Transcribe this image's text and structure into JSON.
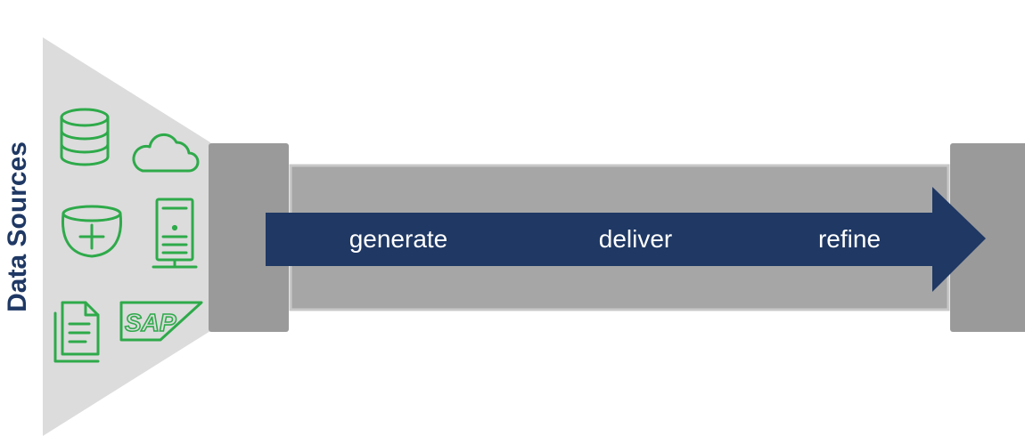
{
  "side_label": "Data Sources",
  "stages": [
    "generate",
    "deliver",
    "refine"
  ],
  "sources": {
    "icons": [
      "database-icon",
      "cloud-icon",
      "hybrid-db-icon",
      "server-icon",
      "documents-icon",
      "sap-logo-icon"
    ],
    "sap_text": "SAP"
  },
  "colors": {
    "funnel": "#dcdcdc",
    "connector": "#9a9a9a",
    "pipe": "#a6a6a6",
    "arrow": "#1f3864",
    "icon": "#2eaa4a",
    "side_label": "#1f3864"
  }
}
